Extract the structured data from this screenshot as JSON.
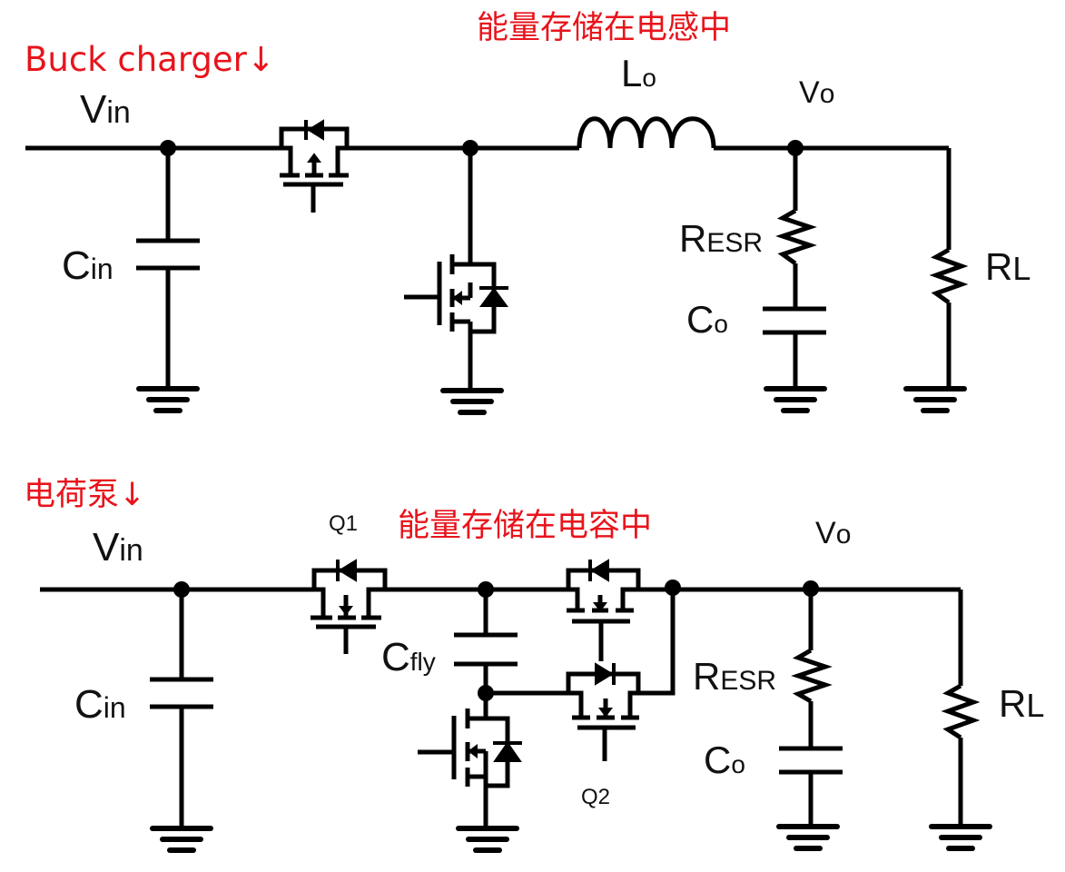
{
  "colors": {
    "annotation": "#e8141c",
    "wire": "#000000",
    "label": "#111111"
  },
  "buck": {
    "title": "Buck charger↓",
    "note": "能量存储在电感中",
    "labels": {
      "vin": "V",
      "vin_sub": "in",
      "cin": "C",
      "cin_sub": "in",
      "lo": "L",
      "lo_sub": "o",
      "vo": "V",
      "vo_sub": "o",
      "resr": "R",
      "resr_sub": "ESR",
      "co": "C",
      "co_sub": "o",
      "rl": "R",
      "rl_sub": "L"
    }
  },
  "pump": {
    "title": "电荷泵↓",
    "note": "能量存储在电容中",
    "labels": {
      "vin": "V",
      "vin_sub": "in",
      "cin": "C",
      "cin_sub": "in",
      "q1": "Q1",
      "q2": "Q2",
      "cfly": "C",
      "cfly_sub": "fly",
      "vo": "V",
      "vo_sub": "o",
      "resr": "R",
      "resr_sub": "ESR",
      "co": "C",
      "co_sub": "o",
      "rl": "R",
      "rl_sub": "L"
    }
  }
}
